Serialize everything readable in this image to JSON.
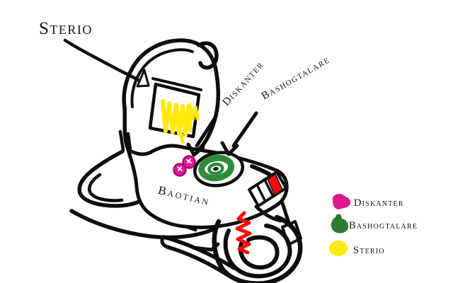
{
  "diagram": {
    "subject": "Baotian scooter stereo installation sketch",
    "brand_label": "Baotian",
    "callouts": {
      "sterio": "Sterio",
      "diskanter": "Diskanter",
      "bashogtalare": "Bashogtalare"
    }
  },
  "legend": {
    "items": [
      {
        "label": "Diskanter",
        "color": "#e0168e"
      },
      {
        "label": "Bashogtalare",
        "color": "#2b7c33"
      },
      {
        "label": "Sterio",
        "color": "#ffe712"
      }
    ]
  },
  "colors": {
    "ink": "#0d0d0d",
    "tweeter_pink": "#e8189b",
    "tweeter_outline": "#a50b73",
    "speaker_green": "#2e8b3c",
    "stereo_yellow": "#ffe80a",
    "accent_red": "#f50b0b"
  }
}
